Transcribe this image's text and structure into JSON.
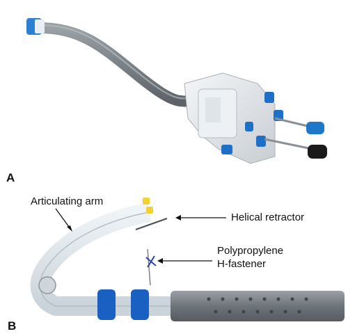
{
  "panels": {
    "a": {
      "letter": "A"
    },
    "b": {
      "letter": "B",
      "labels": {
        "articulating_arm": "Articulating arm",
        "helical_retractor": "Helical retractor",
        "fastener_line1": "Polypropylene",
        "fastener_line2": "H-fastener"
      }
    }
  }
}
